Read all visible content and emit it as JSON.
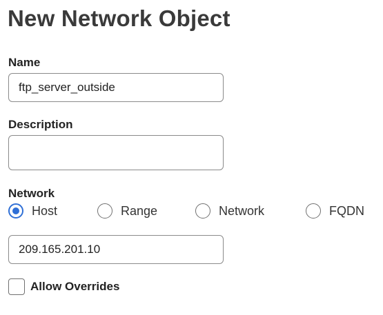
{
  "dialog": {
    "title": "New Network Object"
  },
  "name": {
    "label": "Name",
    "value": "ftp_server_outside",
    "placeholder": ""
  },
  "description": {
    "label": "Description",
    "value": "",
    "placeholder": ""
  },
  "network": {
    "label": "Network",
    "options": [
      {
        "label": "Host",
        "checked": true
      },
      {
        "label": "Range",
        "checked": false
      },
      {
        "label": "Network",
        "checked": false
      },
      {
        "label": "FQDN",
        "checked": false
      }
    ],
    "value": "209.165.201.10"
  },
  "allow_overrides": {
    "label": "Allow Overrides",
    "checked": false
  },
  "colors": {
    "accent": "#2f6fd6",
    "border": "#8a8a8a",
    "title": "#3a3a3a"
  }
}
